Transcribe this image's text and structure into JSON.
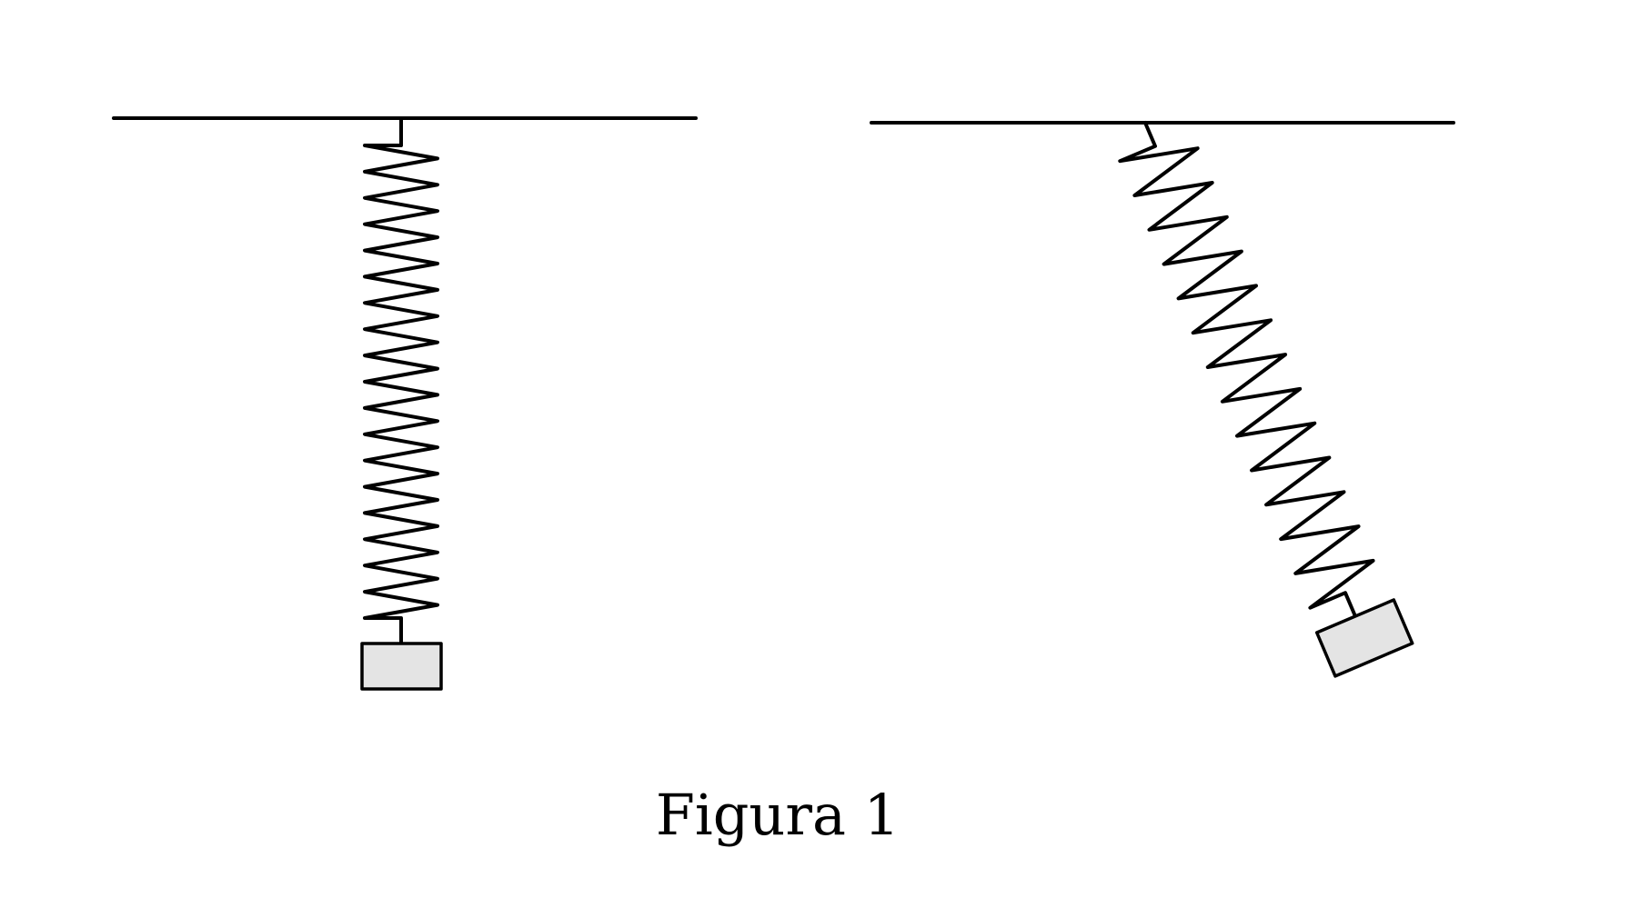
{
  "figure": {
    "caption": "Figura 1",
    "colors": {
      "stroke": "#000000",
      "block_fill": "#e4e4e4",
      "background": "#ffffff"
    },
    "panels": [
      {
        "name": "vertical-spring-mass",
        "spring_coils": 18,
        "tilt_deg": 0
      },
      {
        "name": "tilted-spring-mass",
        "spring_coils": 13,
        "tilt_deg": 23
      }
    ]
  }
}
